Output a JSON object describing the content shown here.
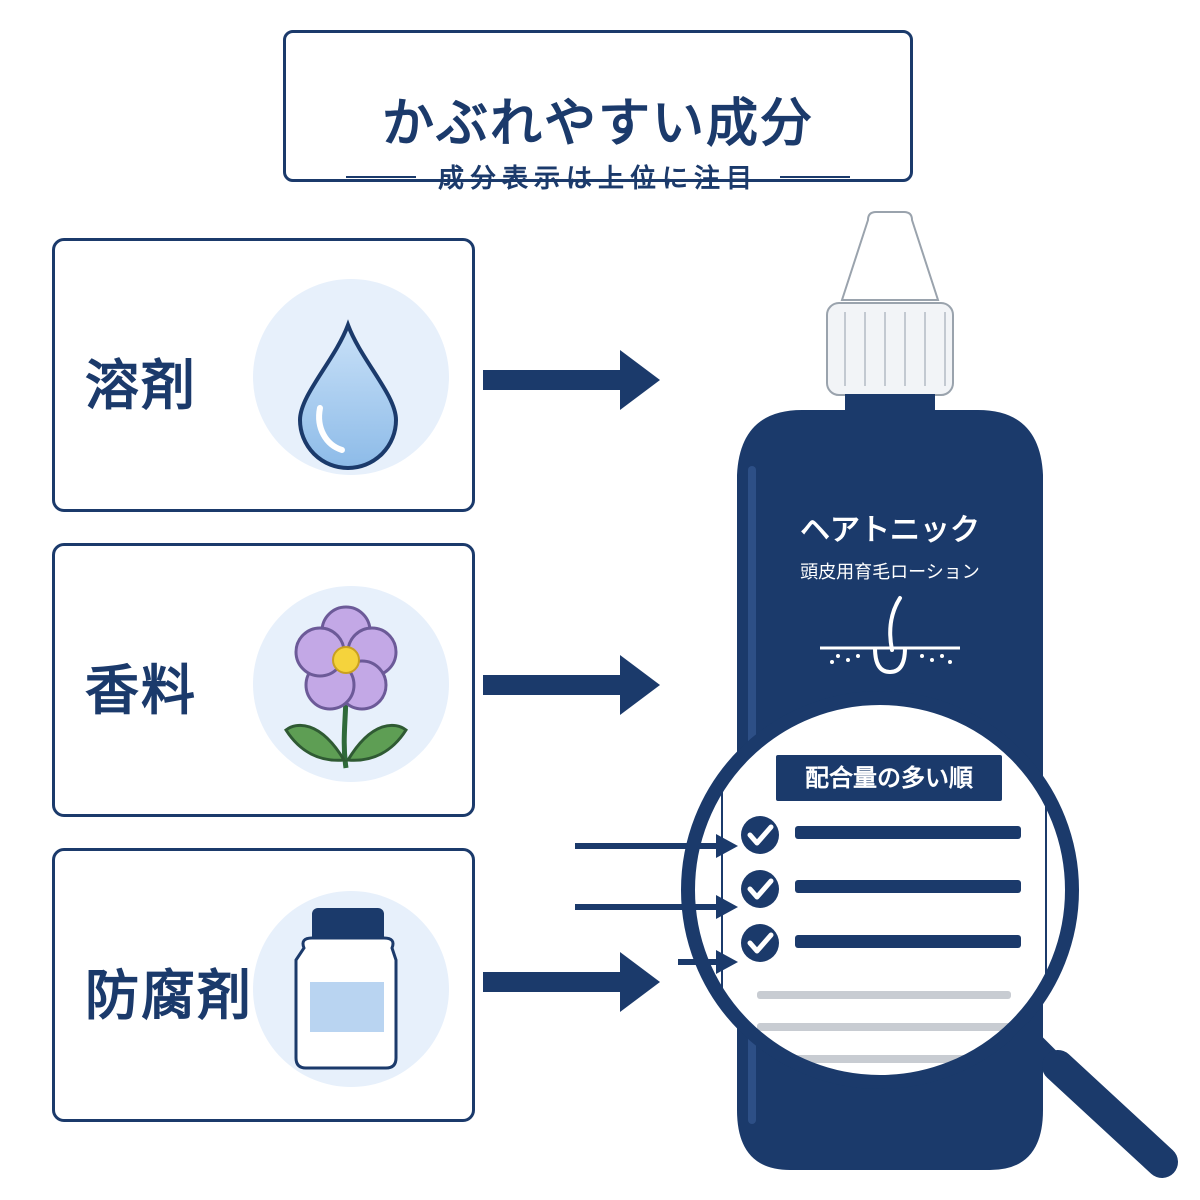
{
  "header": {
    "title": "かぶれやすい成分",
    "subtitle": "成分表示は上位に注目"
  },
  "ingredients": [
    {
      "label": "溶剤",
      "icon": "water-drop-icon"
    },
    {
      "label": "香料",
      "icon": "flower-icon"
    },
    {
      "label": "防腐剤",
      "icon": "preservative-bottle-icon"
    }
  ],
  "product": {
    "name": "ヘアトニック",
    "description": "頭皮用育毛ローション",
    "icon": "hair-follicle-icon"
  },
  "ingredient_list": {
    "header": "配合量の多い順",
    "checked_rows": 3,
    "unchecked_rows": 3
  },
  "colors": {
    "navy": "#1b3a6b",
    "light_blue": "#e7f0fb",
    "flower_purple": "#c3a8e6",
    "leaf_green": "#5e9e54"
  }
}
